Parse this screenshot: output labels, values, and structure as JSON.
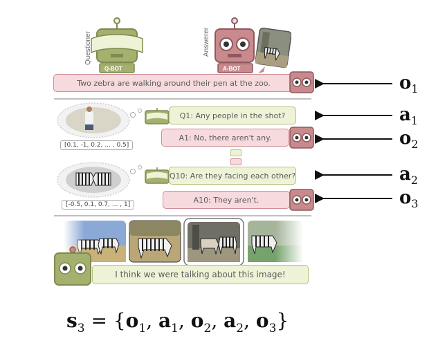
{
  "header": {
    "questioner_label": "Questioner",
    "answerer_label": "Answerer",
    "qbot_name": "Q-BOT",
    "abot_name": "A-BOT"
  },
  "caption": "Two zebra are walking around their pen at the zoo.",
  "round1": {
    "question": "Q1: Any people in the shot?",
    "answer": "A1: No, there aren't any.",
    "vector": "[0.1, -1, 0.2, ... , 0.5]"
  },
  "round10": {
    "question": "Q10: Are they facing each other?",
    "answer": "A10: They aren't.",
    "vector": "[-0.5, 0.1, 0.7, ... , 1]"
  },
  "final_statement": "I think we were talking about this image!",
  "labels": {
    "o1": {
      "sym": "o",
      "sub": "1"
    },
    "a1": {
      "sym": "a",
      "sub": "1"
    },
    "o2": {
      "sym": "o",
      "sub": "2"
    },
    "a2": {
      "sym": "a",
      "sub": "2"
    },
    "o3": {
      "sym": "o",
      "sub": "3"
    }
  },
  "formula": {
    "lhs_sym": "s",
    "lhs_sub": "3",
    "eq": " = {",
    "items": [
      {
        "sym": "o",
        "sub": "1"
      },
      {
        "sym": "a",
        "sub": "1"
      },
      {
        "sym": "o",
        "sub": "2"
      },
      {
        "sym": "a",
        "sub": "2"
      },
      {
        "sym": "o",
        "sub": "3"
      }
    ],
    "sep": ", ",
    "close": "}"
  },
  "colors": {
    "qbot": "#a3b06e",
    "abot": "#c98a8d",
    "pink_bg": "#f6dadd",
    "green_bg": "#eef3d8"
  }
}
